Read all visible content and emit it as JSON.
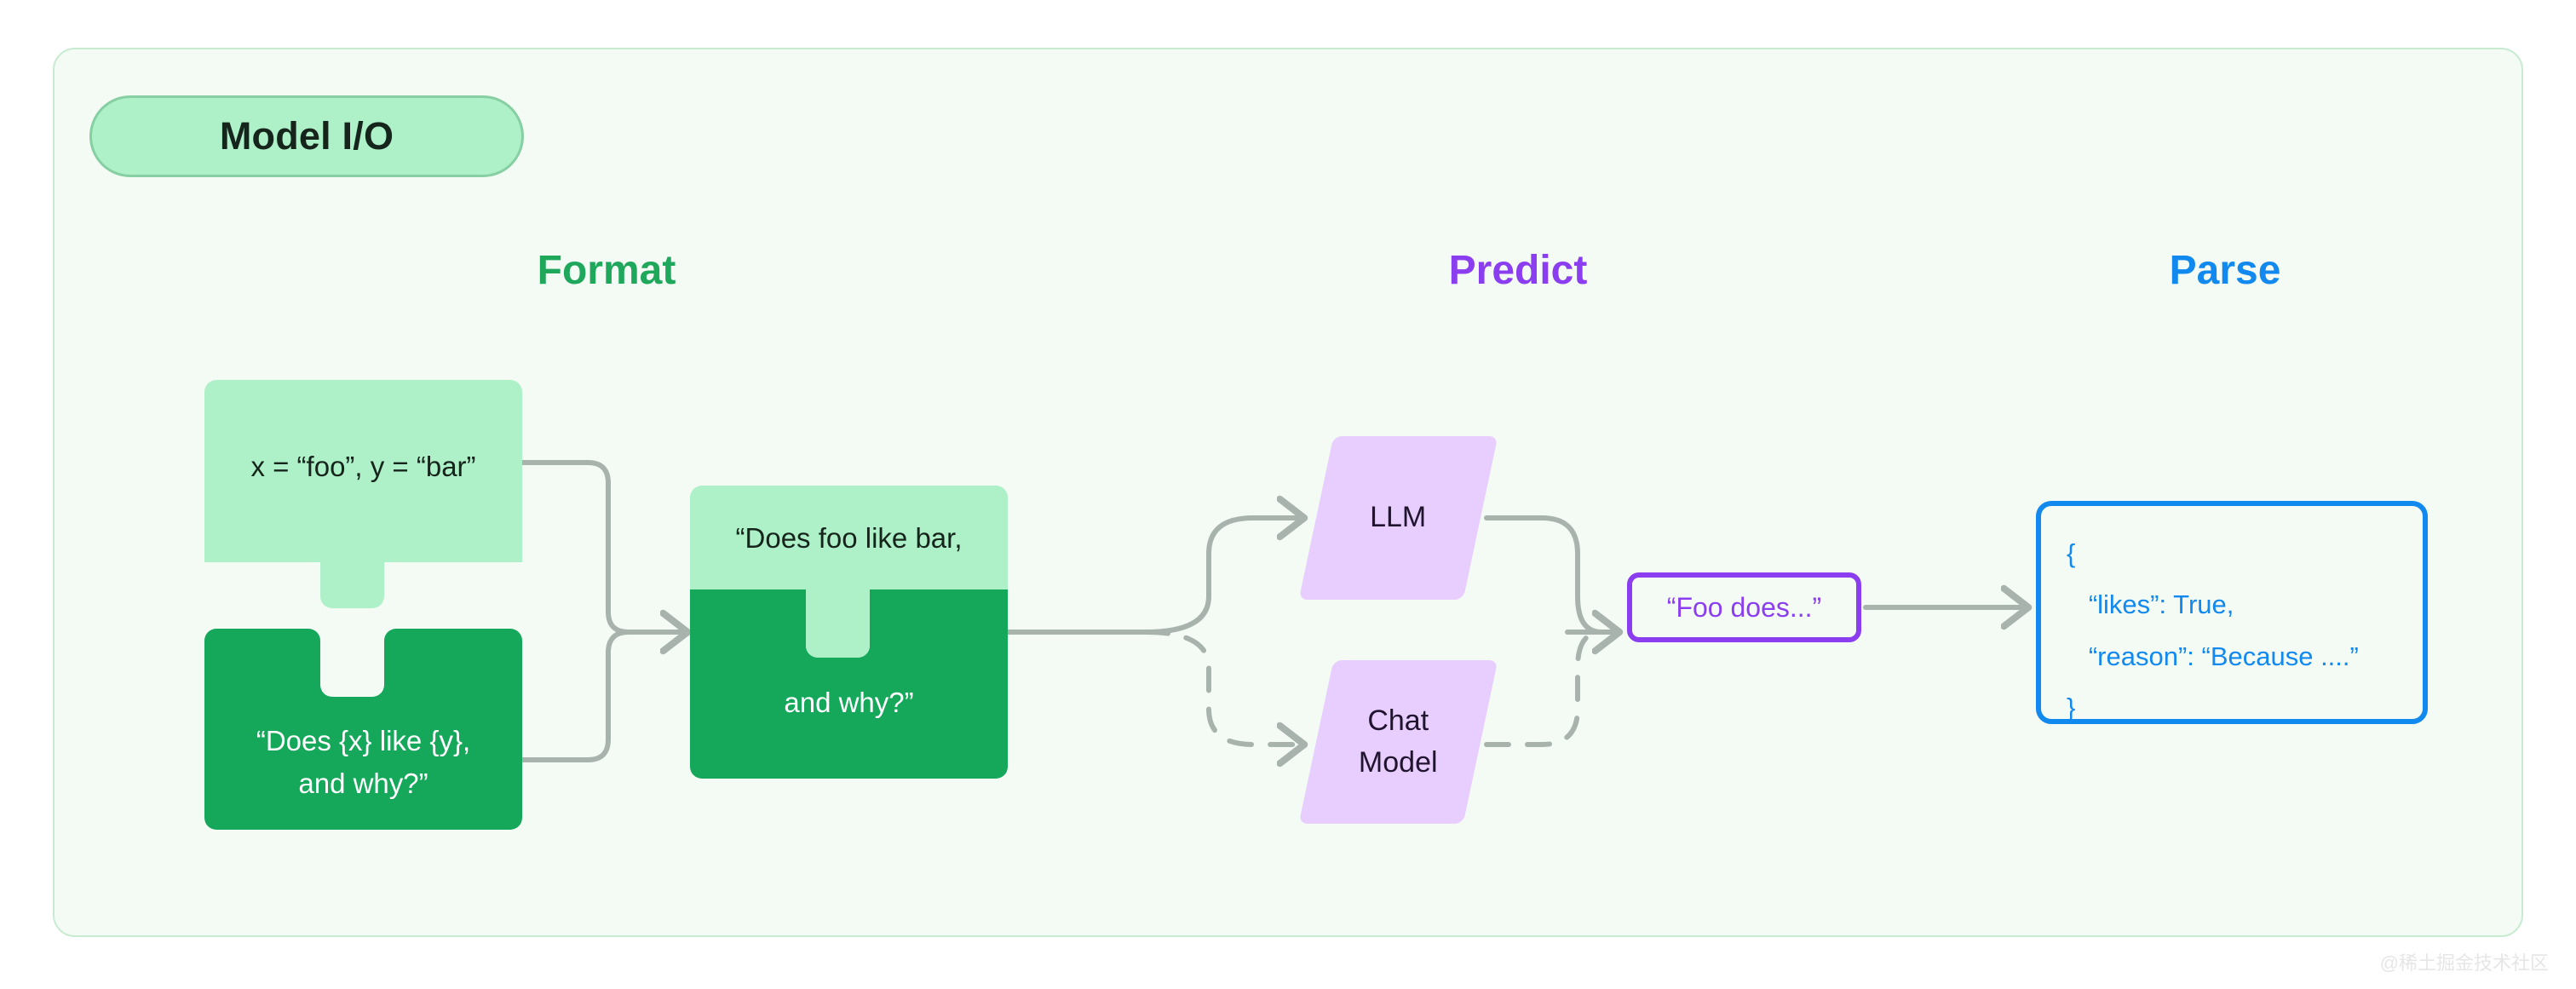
{
  "badge": {
    "label": "Model I/O"
  },
  "headings": {
    "format": {
      "label": "Format",
      "color": "#1fa85c"
    },
    "predict": {
      "label": "Predict",
      "color": "#8b3ef0"
    },
    "parse": {
      "label": "Parse",
      "color": "#1189ef"
    }
  },
  "format": {
    "values_block": {
      "text": "x = “foo”, y = “bar”",
      "fill": "#aef0c8",
      "role": "input-values"
    },
    "template_block": {
      "text": "“Does {x} like {y},\nand why?”",
      "fill": "#15a85b",
      "role": "prompt-template"
    },
    "merged_top": {
      "text": "“Does foo like bar,",
      "fill": "#aef0c8"
    },
    "merged_bottom": {
      "text": "and why?”",
      "fill": "#15a85b"
    }
  },
  "predict": {
    "models": [
      {
        "name": "LLM",
        "label": "LLM",
        "fill": "#e7ceff",
        "connector": "solid"
      },
      {
        "name": "chat-model",
        "label": "Chat\nModel",
        "fill": "#e7ceff",
        "connector": "dashed"
      }
    ],
    "output": {
      "text": "“Foo does...”",
      "border": "#8b3ef0"
    }
  },
  "parse": {
    "json_output": {
      "text": "{\n   “likes”: True,\n   “reason”: “Because ....”\n}",
      "border": "#1189ef"
    }
  },
  "watermark": {
    "text": "@稀土掘金技术社区"
  },
  "colors": {
    "canvas": "#ffffff",
    "panel_bg": "#f4fbf4",
    "panel_border": "#c6ebd0",
    "green_light": "#aef0c8",
    "green_dark": "#15a85b",
    "purple_light": "#e7ceff",
    "purple_accent": "#8b3ef0",
    "blue_accent": "#1189ef",
    "wire": "#a9b3ae"
  }
}
